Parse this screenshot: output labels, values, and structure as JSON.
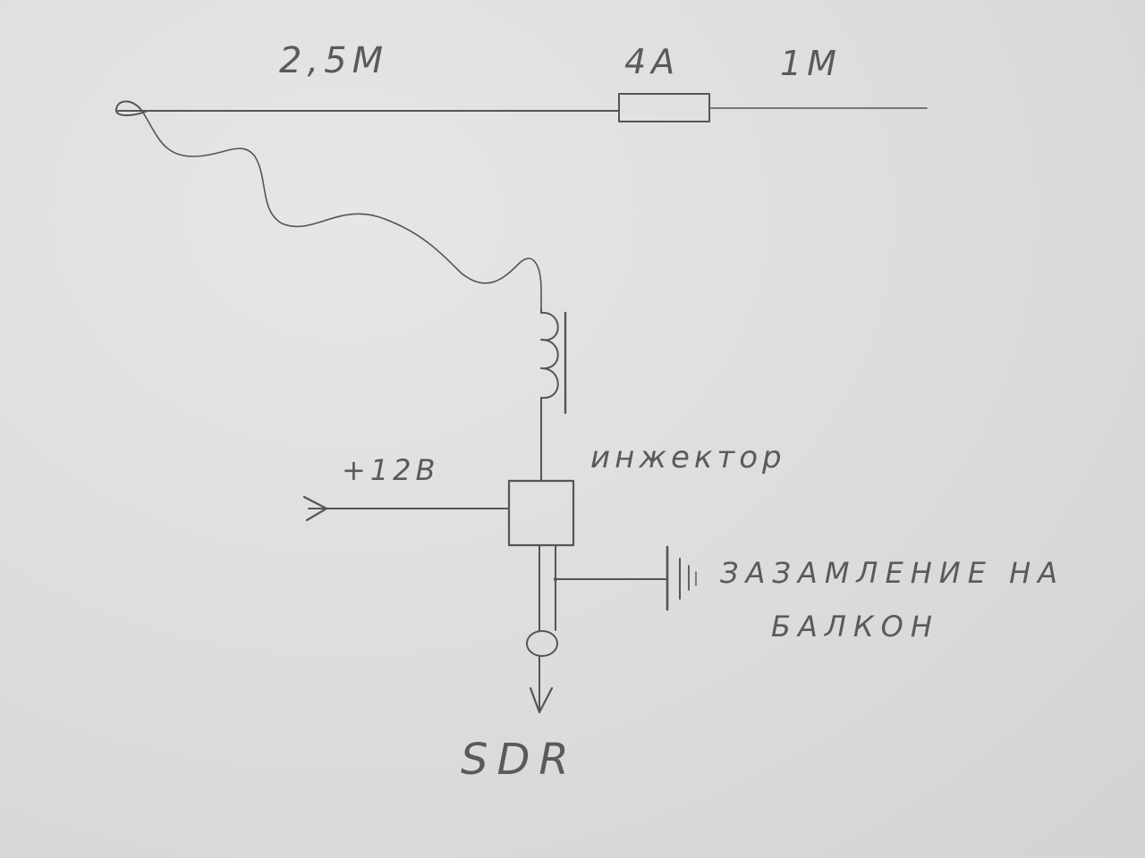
{
  "labels": {
    "top_length": "2,5М",
    "resistor": "4А",
    "right_length": "1М",
    "power": "+12В",
    "injector": "инжектор",
    "ground_line1": "ЗАЗАМЛЕНИЕ НА",
    "ground_line2": "БАЛКОН",
    "receiver": "SDR"
  },
  "colors": {
    "pencil": "#555555",
    "paper": "#dfdfdd"
  }
}
